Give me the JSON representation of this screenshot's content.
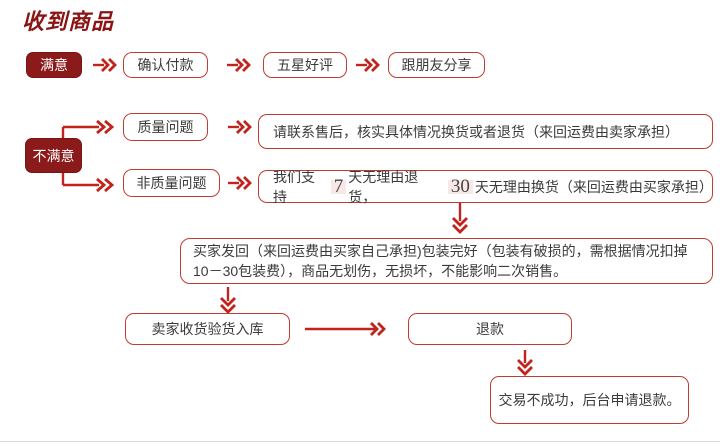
{
  "title": "收到商品",
  "flow": {
    "satisfied": "满意",
    "confirm_payment": "确认付款",
    "five_star": "五星好评",
    "share_friends": "跟朋友分享",
    "unsatisfied": "不满意",
    "quality_issue": "质量问题",
    "non_quality_issue": "非质量问题",
    "quality_action": "请联系售后，核实具体情况换货或者退货（来回运费由卖家承担）",
    "policy": {
      "pre": "我们支持 ",
      "num1": "7",
      "mid": " 天无理由退货，",
      "num2": "30",
      "post": " 天无理由换货（来回运费由买家承担）"
    },
    "return_line1": "买家发回（来回运费由买家自己承担)包装完好（包装有破损的，需根据情况扣掉",
    "return_line2": "10－30包装费），商品无划伤，无损坏，不能影响二次销售。",
    "seller_receive": "卖家收货验货入库",
    "refund": "退款",
    "final_note": "交易不成功，后台申请退款。"
  },
  "colors": {
    "title": "#8b1414",
    "filled_box_bg": "#8b1b1b",
    "box_border": "#be3c32",
    "arrow": "#c0241c",
    "text": "#3a3a3a",
    "highlight_bg": "#f7e7e6"
  }
}
